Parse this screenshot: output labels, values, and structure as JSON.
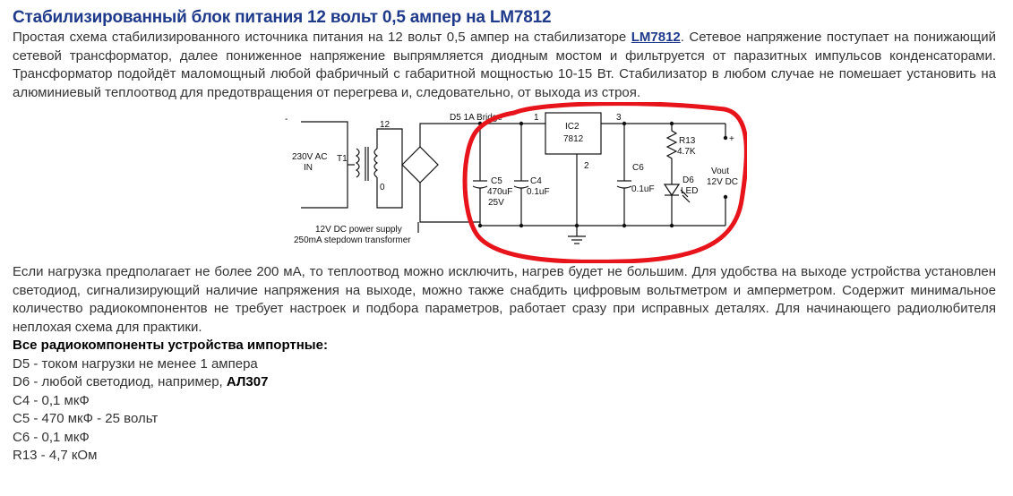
{
  "title": "Стабилизированный блок питания 12 вольт 0,5 ампер на LM7812",
  "intro": {
    "before_link": "Простая схема стабилизированного источника питания на 12 вольт 0,5 ампер на стабилизаторе ",
    "link": "LM7812",
    "after_link": ". Сетевое напряжение поступает на понижающий сетевой трансформатор, далее пониженное напряжение выпрямляется диодным мостом и фильтруется от паразитных импульсов конденсаторами. Трансформатор подойдёт маломощный любой фабричный с габаритной мощностью 10-15 Вт. Стабилизатор в любом случае не помешает установить на алюминиевый теплоотвод для предотвращения от перегрева и, следовательно, от выхода из строя."
  },
  "schematic": {
    "input_label_1": "230V AC",
    "input_label_2": "IN",
    "transformer": "T1",
    "secondary_top": "12",
    "secondary_bottom": "0",
    "bridge": "D5 1A Bridge",
    "caption_1": "12V DC power supply",
    "caption_2": "250mA stepdown transformer",
    "c5_name": "C5",
    "c5_value": "470uF",
    "c5_voltage": "25V",
    "c4_name": "C4",
    "c4_value": "0.1uF",
    "ic_name": "IC2",
    "ic_part": "7812",
    "pin1": "1",
    "pin2": "2",
    "pin3": "3",
    "c6_name": "C6",
    "c6_value": "0.1uF",
    "r13_name": "R13",
    "r13_value": "4.7K",
    "d6_name": "D6",
    "d6_type": "LED",
    "vout_label": "Vout",
    "vout_value": "12V DC",
    "plus": "+",
    "minus": "-",
    "highlight_color": "#e8141b"
  },
  "body": "Если нагрузка предполагает не более 200 мА, то теплоотвод можно исключить, нагрев будет не большим. Для удобства на выходе устройства установлен светодиод, сигнализирующий наличие напряжения на выходе, можно также снабдить цифровым вольтметром и амперметром. Содержит минимальное количество радиокомпонентов не требует настроек и подбора параметров, работает сразу при исправных деталях. Для начинающего радиолюбителя неплохая схема для практики.",
  "parts": {
    "heading": "Все радиокомпоненты устройства импортные:",
    "d5": "D5 - током нагрузки не менее 1 ампера",
    "d6_prefix": "D6 - любой светодиод, например, ",
    "d6_bold": "АЛ307",
    "c4": "C4 - 0,1 мкФ",
    "c5": "C5 - 470 мкФ - 25 вольт",
    "c6": "C6 - 0,1 мкФ",
    "r13": "R13 - 4,7 кОм"
  }
}
